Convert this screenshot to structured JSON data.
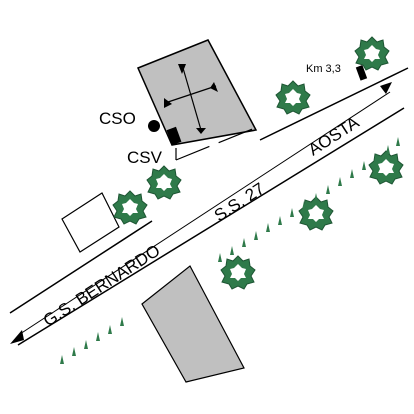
{
  "map": {
    "labels": {
      "km_marker": "Km 3,3",
      "road_route": "S.S. 27",
      "road_west": "G.S. BERNARDO",
      "road_east": "AOSTA",
      "cso": "CSO",
      "csv": "CSV"
    },
    "colors": {
      "building_fill": "#c0c0c0",
      "building_stroke": "#000000",
      "tree_fill": "#2f7a4a",
      "tree_inner": "#ffffff",
      "grass": "#2f7a4a",
      "road_line": "#000000"
    },
    "icons": [
      "tree-icon",
      "grass-tuft-icon",
      "cross-marker-icon",
      "km-post-icon",
      "arrow-left-icon",
      "arrow-right-icon"
    ]
  }
}
